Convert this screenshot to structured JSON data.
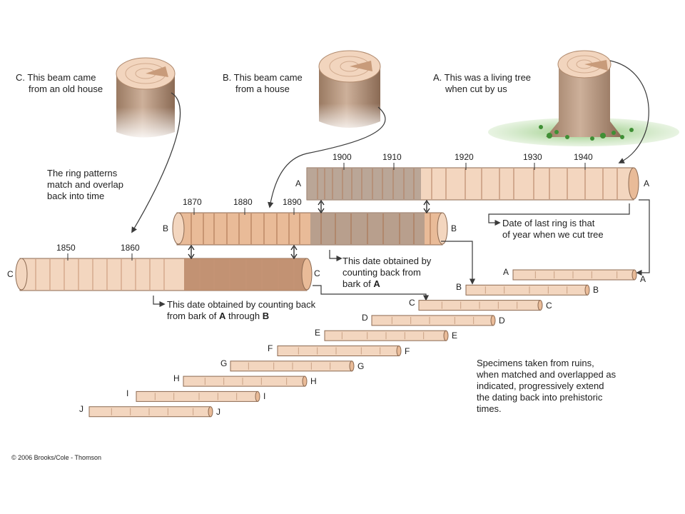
{
  "captions": {
    "c_title_1": "C. This beam came",
    "c_title_2": "from an old house",
    "b_title_1": "B. This beam came",
    "b_title_2": "from a house",
    "a_title_1": "A. This was a living tree",
    "a_title_2": "when cut by us",
    "ring_match_1": "The ring patterns",
    "ring_match_2": "match and overlap",
    "ring_match_3": "back into time",
    "last_ring_1": "Date of last ring is that",
    "last_ring_2": "of year when we cut tree",
    "date_b_1": "This date obtained by",
    "date_b_2": "counting back from",
    "date_b_3a": "bark of ",
    "date_b_3b": "A",
    "date_c_1": "This date obtained by counting back",
    "date_c_2a": "from bark of ",
    "date_c_2b": "A",
    "date_c_2c": " through ",
    "date_c_2d": "B",
    "specimens_1": "Specimens taken from ruins,",
    "specimens_2": "when matched and overlapped as",
    "specimens_3": "indicated, progressively extend",
    "specimens_4": "the dating back into prehistoric",
    "specimens_5": "times.",
    "copyright": "© 2006 Brooks/Cole - Thomson"
  },
  "year_ticks": {
    "beam_a": [
      "1900",
      "1910",
      "1920",
      "1930",
      "1940"
    ],
    "beam_b": [
      "1870",
      "1880",
      "1890"
    ],
    "beam_c": [
      "1850",
      "1860"
    ]
  },
  "beam_labels": {
    "a": "A",
    "b": "B",
    "c": "C"
  },
  "specimen_letters": [
    "A",
    "B",
    "C",
    "D",
    "E",
    "F",
    "G",
    "H",
    "I",
    "J"
  ],
  "colors": {
    "wood_light": "#f3d6bf",
    "wood_mid": "#e9bb98",
    "overlap_dark": "#b88665",
    "overlap_grey": "#a7968a",
    "outline": "#8c6a52",
    "arrow": "#3a3a3a",
    "grass": "#4a9a3a",
    "shadow": "#c9e3bf"
  }
}
